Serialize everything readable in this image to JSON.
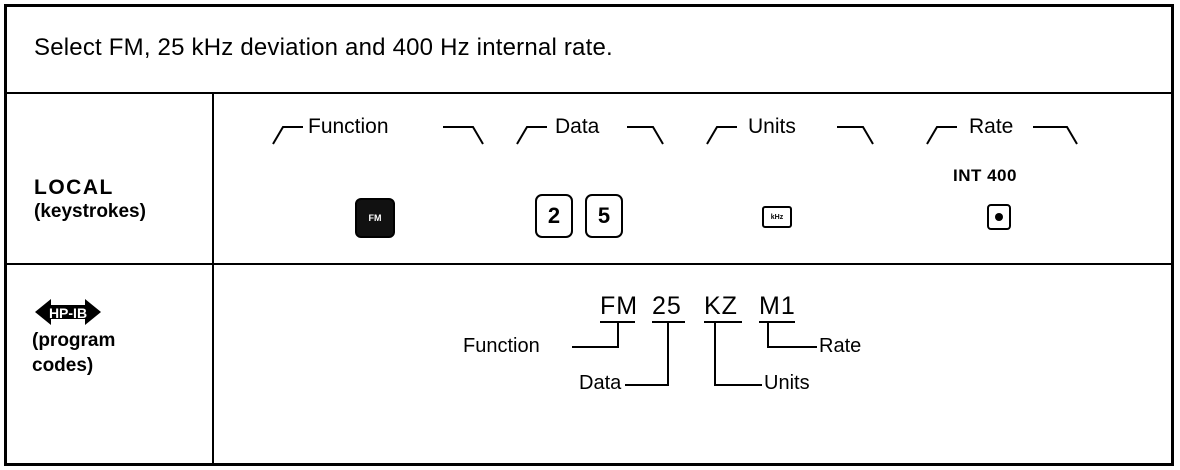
{
  "header": {
    "instruction": "Select FM, 25 kHz deviation and 400 Hz internal rate."
  },
  "local": {
    "title": "LOCAL",
    "subtitle": "(keystrokes)",
    "groups": {
      "function": "Function",
      "data": "Data",
      "units": "Units",
      "rate": "Rate"
    },
    "keys": {
      "fm": "FM",
      "digit1": "2",
      "digit2": "5",
      "khz": "kHz"
    },
    "rate_key_label": "INT 400"
  },
  "hpib": {
    "badge": "HP-IB",
    "subtitle_line1": "(program",
    "subtitle_line2": "codes)",
    "codes": {
      "function": "FM",
      "data": "25",
      "units": "KZ",
      "rate": "M1"
    },
    "callouts": {
      "function": "Function",
      "data": "Data",
      "units": "Units",
      "rate": "Rate"
    }
  }
}
